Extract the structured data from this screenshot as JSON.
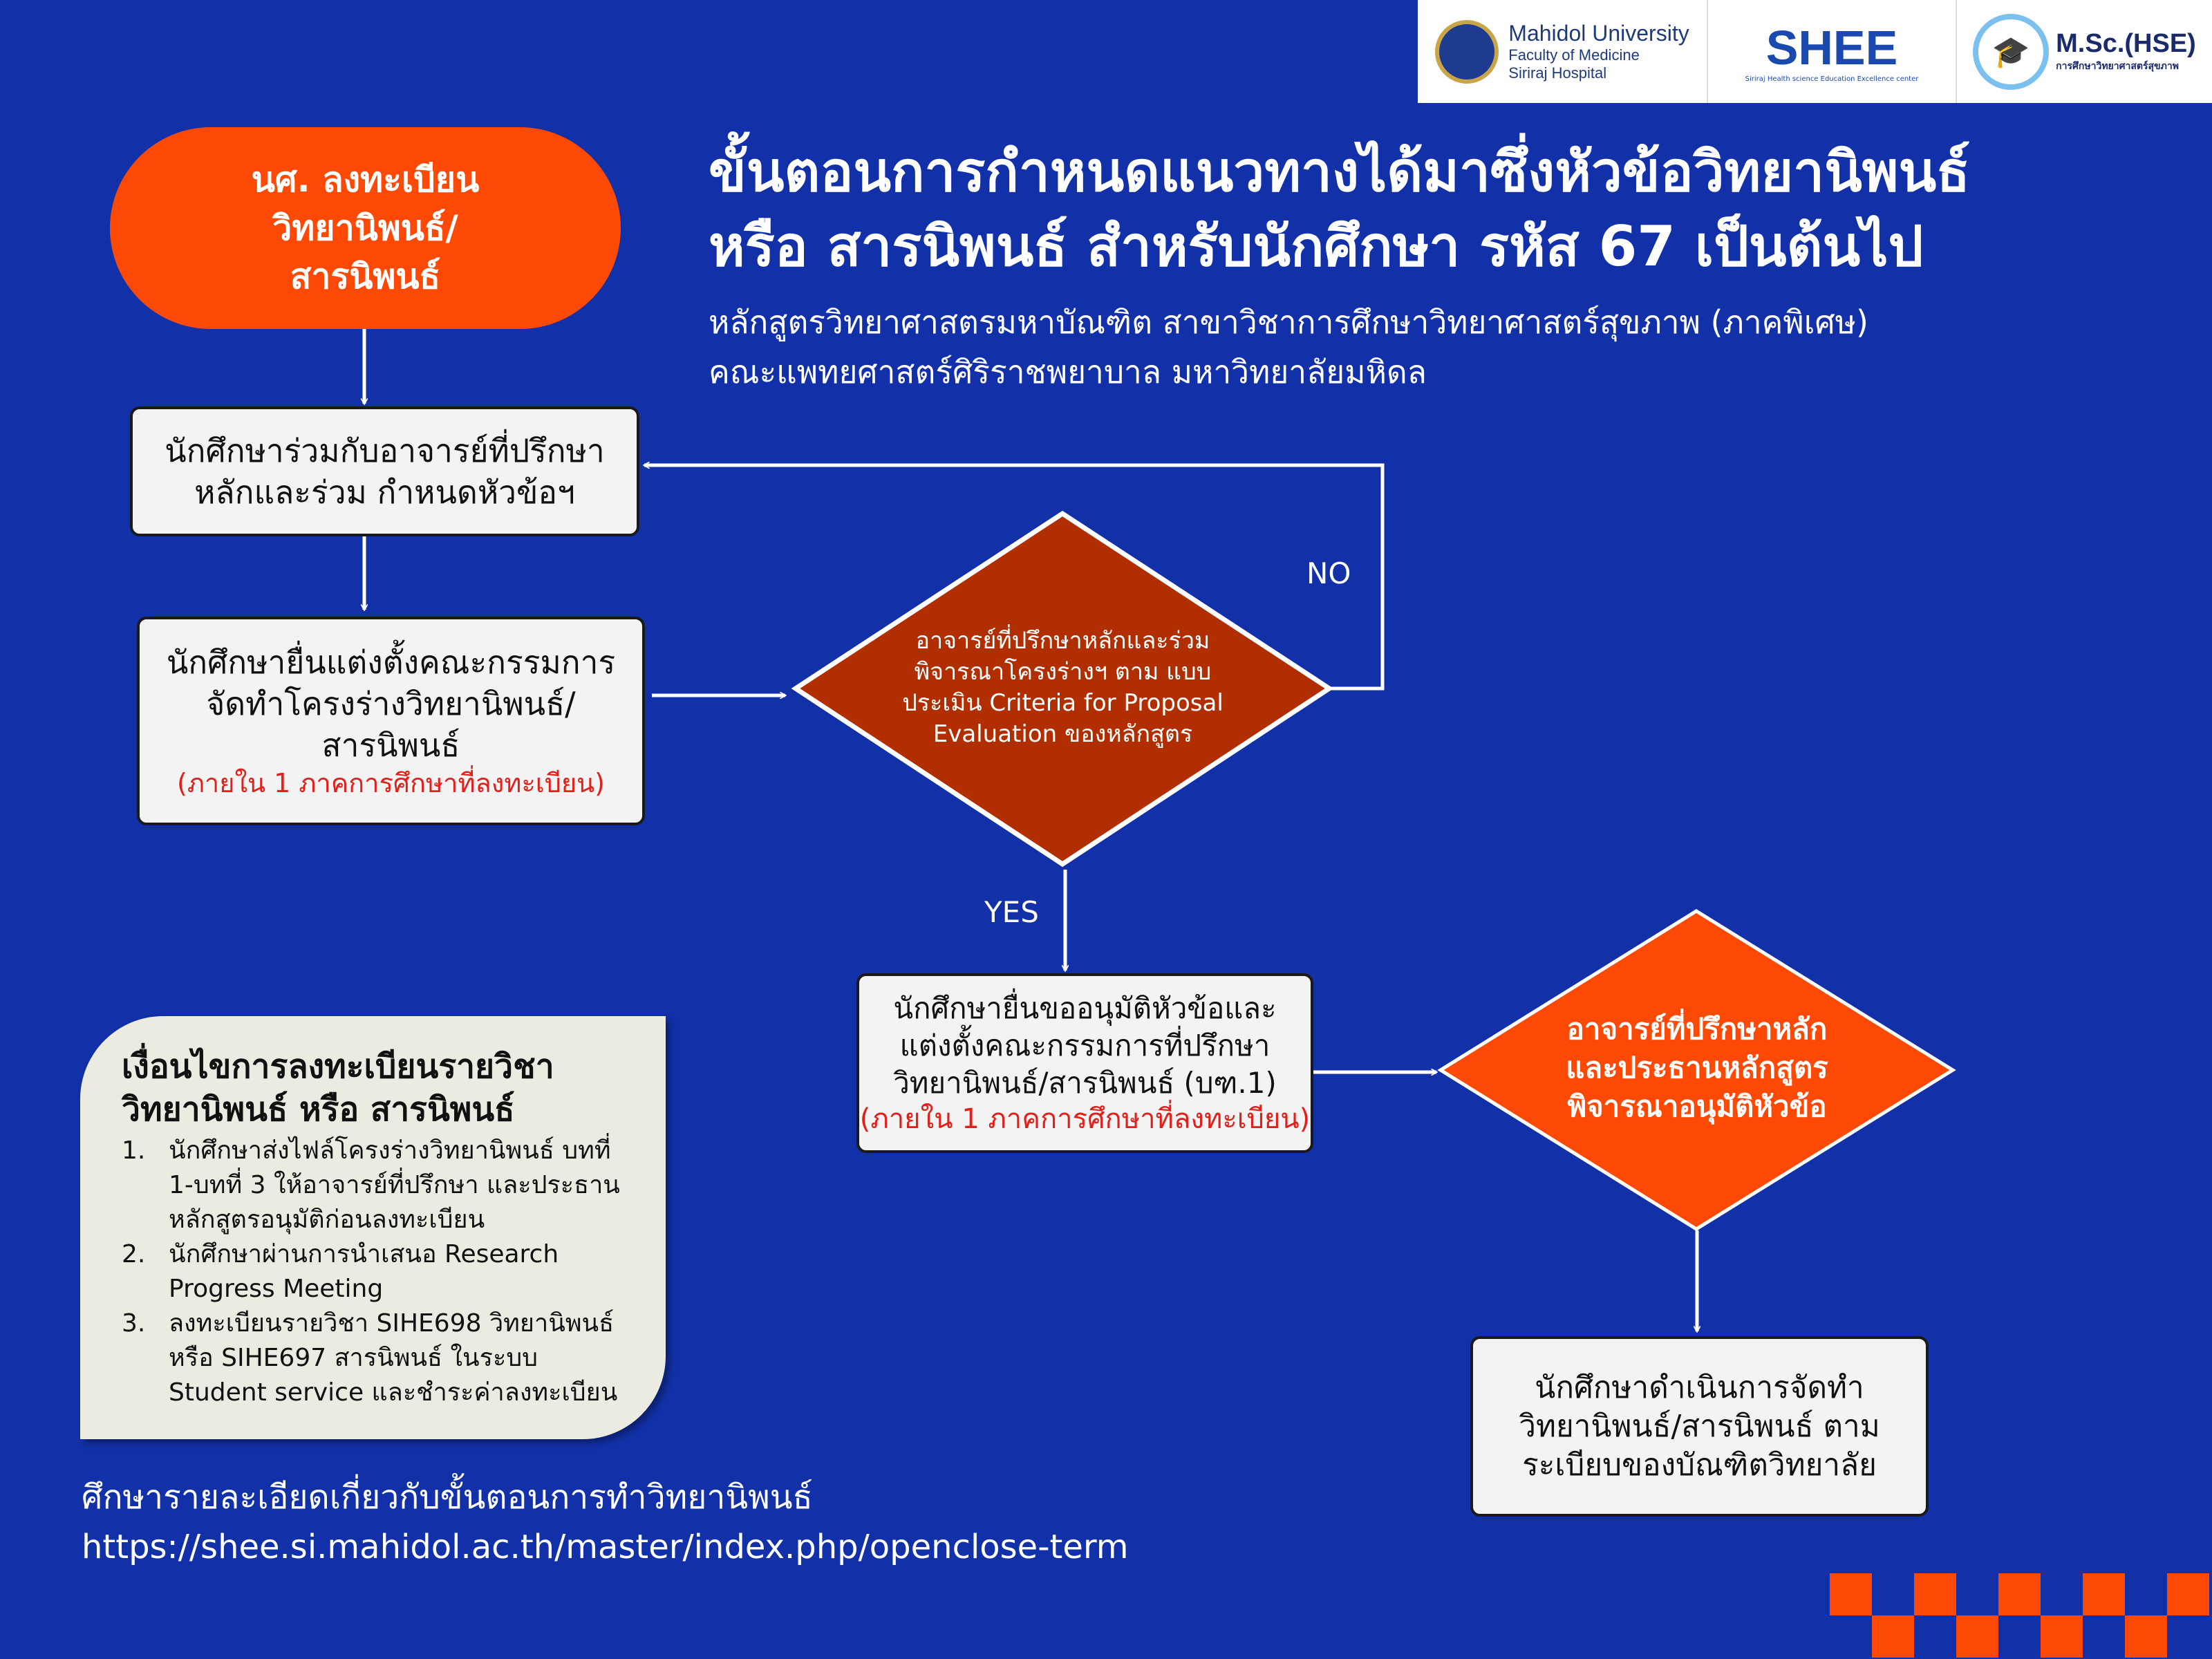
{
  "logos": {
    "mahidol": {
      "title": "Mahidol University",
      "line2": "Faculty of Medicine",
      "line3": "Siriraj Hospital"
    },
    "shee": {
      "title": "SHEE",
      "subtitle": "Siriraj Health science Education Excellence center"
    },
    "msc": {
      "title": "M.Sc.(HSE)",
      "subtitle": "การศึกษาวิทยาศาสตร์สุขภาพ"
    }
  },
  "start": "นศ. ลงทะเบียน\nวิทยานิพนธ์/\nสารนิพนธ์",
  "title": {
    "line1": "ขั้นตอนการกำหนดแนวทางได้มาซึ่งหัวข้อวิทยานิพนธ์",
    "line2": "หรือ สารนิพนธ์ สำหรับนักศึกษา รหัส 67 เป็นต้นไป"
  },
  "subtitle": {
    "line1": "หลักสูตรวิทยาศาสตรมหาบัณฑิต สาขาวิชาการศึกษาวิทยาศาสตร์สุขภาพ (ภาคพิเศษ)",
    "line2": "คณะแพทยศาสตร์ศิริราชพยาบาล มหาวิทยาลัยมหิดล"
  },
  "steps": {
    "s1": {
      "l1": "นักศึกษาร่วมกับอาจารย์ที่ปรึกษา",
      "l2": "หลักและร่วม กำหนดหัวข้อฯ"
    },
    "s2": {
      "l1": "นักศึกษายื่นแต่งตั้งคณะกรรมการ",
      "l2": "จัดทำโครงร่างวิทยานิพนธ์/",
      "l3": "สารนิพนธ์",
      "note": "(ภายใน 1 ภาคการศึกษาที่ลงทะเบียน)"
    },
    "d1": {
      "l1": "อาจารย์ที่ปรึกษาหลักและร่วม",
      "l2": "พิจารณาโครงร่างฯ ตาม แบบ",
      "l3": "ประเมิน Criteria for Proposal",
      "l4": "Evaluation ของหลักสูตร"
    },
    "no": "NO",
    "yes": "YES",
    "s3": {
      "l1": "นักศึกษายื่นขออนุมัติหัวข้อและ",
      "l2": "แต่งตั้งคณะกรรมการที่ปรึกษา",
      "l3": "วิทยานิพนธ์/สารนิพนธ์ (บฑ.1)",
      "note": "(ภายใน 1 ภาคการศึกษาที่ลงทะเบียน)"
    },
    "d2": {
      "l1": "อาจารย์ที่ปรึกษาหลัก",
      "l2": "และประธานหลักสูตร",
      "l3": "พิจารณาอนุมัติหัวข้อ"
    },
    "s4": {
      "l1": "นักศึกษาดำเนินการจัดทำ",
      "l2": "วิทยานิพนธ์/สารนิพนธ์ ตาม",
      "l3": "ระเบียบของบัณฑิตวิทยาลัย"
    }
  },
  "conditions": {
    "title1": "เงื่อนไขการลงทะเบียนรายวิชา",
    "title2": "วิทยานิพนธ์ หรือ สารนิพนธ์",
    "items": [
      {
        "n": "1.",
        "text": "นักศึกษาส่งไฟล์โครงร่างวิทยานิพนธ์ บทที่ 1-บทที่ 3 ให้อาจารย์ที่ปรึกษา และประธานหลักสูตรอนุมัติก่อนลงทะเบียน"
      },
      {
        "n": "2.",
        "text": "นักศึกษาผ่านการนำเสนอ Research Progress Meeting"
      },
      {
        "n": "3.",
        "text": "ลงทะเบียนรายวิชา SIHE698 วิทยานิพนธ์ หรือ SIHE697 สารนิพนธ์ ในระบบ Student service และชำระค่าลงทะเบียน"
      }
    ]
  },
  "footer": {
    "text": "ศึกษารายละเอียดเกี่ยวกับขั้นตอนการทำวิทยานิพนธ์",
    "url": "https://shee.si.mahidol.ac.th/master/index.php/openclose-term"
  },
  "colors": {
    "background": "#1231a8",
    "orange": "#fc4a06",
    "dark_red": "#b02e00",
    "panel": "#ecebe2"
  }
}
